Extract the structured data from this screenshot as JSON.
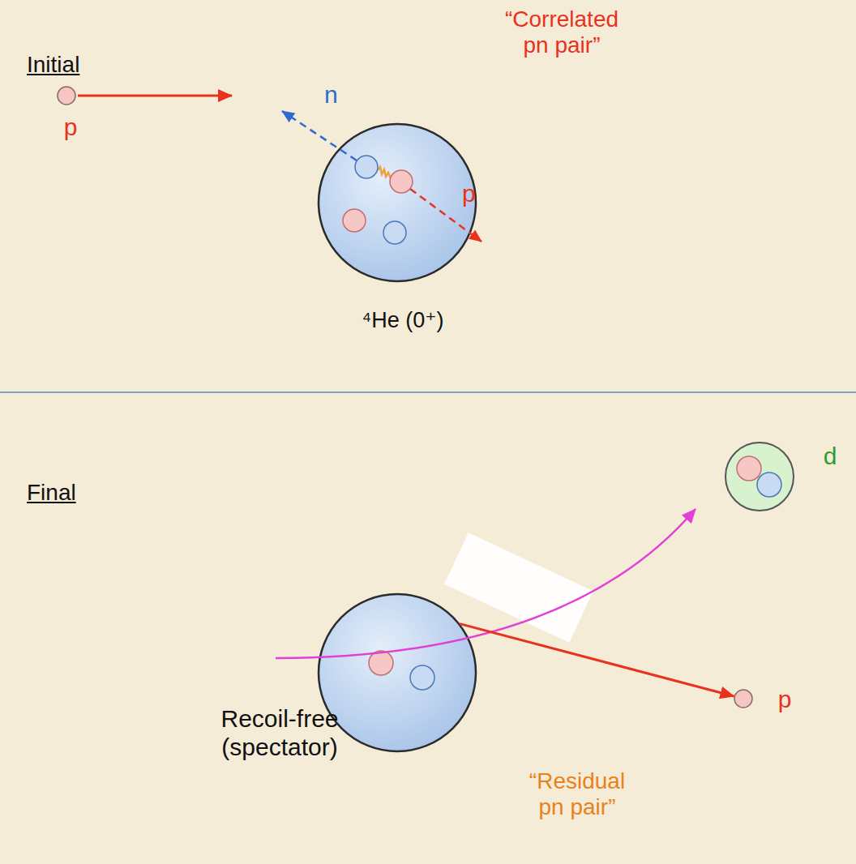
{
  "diagram": {
    "nodes": [
      {
        "text": [
          "p"
        ]
      },
      {
        "text": [
          "⁴He (0⁺)"
        ]
      },
      {
        "text": [
          "d"
        ]
      },
      {
        "text": [
          "Recoil-free (spectator)",
          "“Residual pn pair”"
        ]
      },
      {
        "text": [
          "p"
        ]
      }
    ],
    "edges": [
      {
        "from": 3,
        "to": 4,
        "arrow": "to"
      }
    ],
    "labels": [
      "Initial",
      "“Correlated pn pair”",
      "n",
      "p",
      "Final"
    ]
  }
}
